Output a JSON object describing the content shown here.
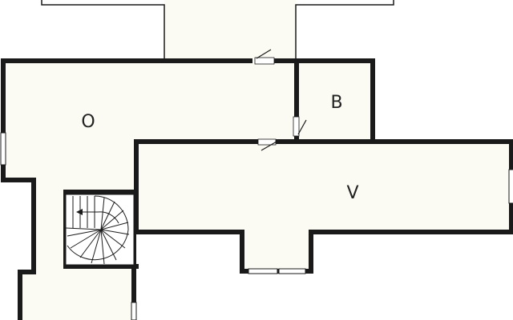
{
  "floorplan": {
    "rooms": [
      {
        "id": "o",
        "label": "O"
      },
      {
        "id": "b",
        "label": "B"
      },
      {
        "id": "v",
        "label": "V"
      }
    ],
    "colors": {
      "wall": "#1a1a1a",
      "floor": "#fbfbf3",
      "background": "#ffffff",
      "window": "#ffffff"
    },
    "symbols": [
      "door-swing",
      "window",
      "spiral-staircase",
      "stair-direction-arrow"
    ]
  }
}
